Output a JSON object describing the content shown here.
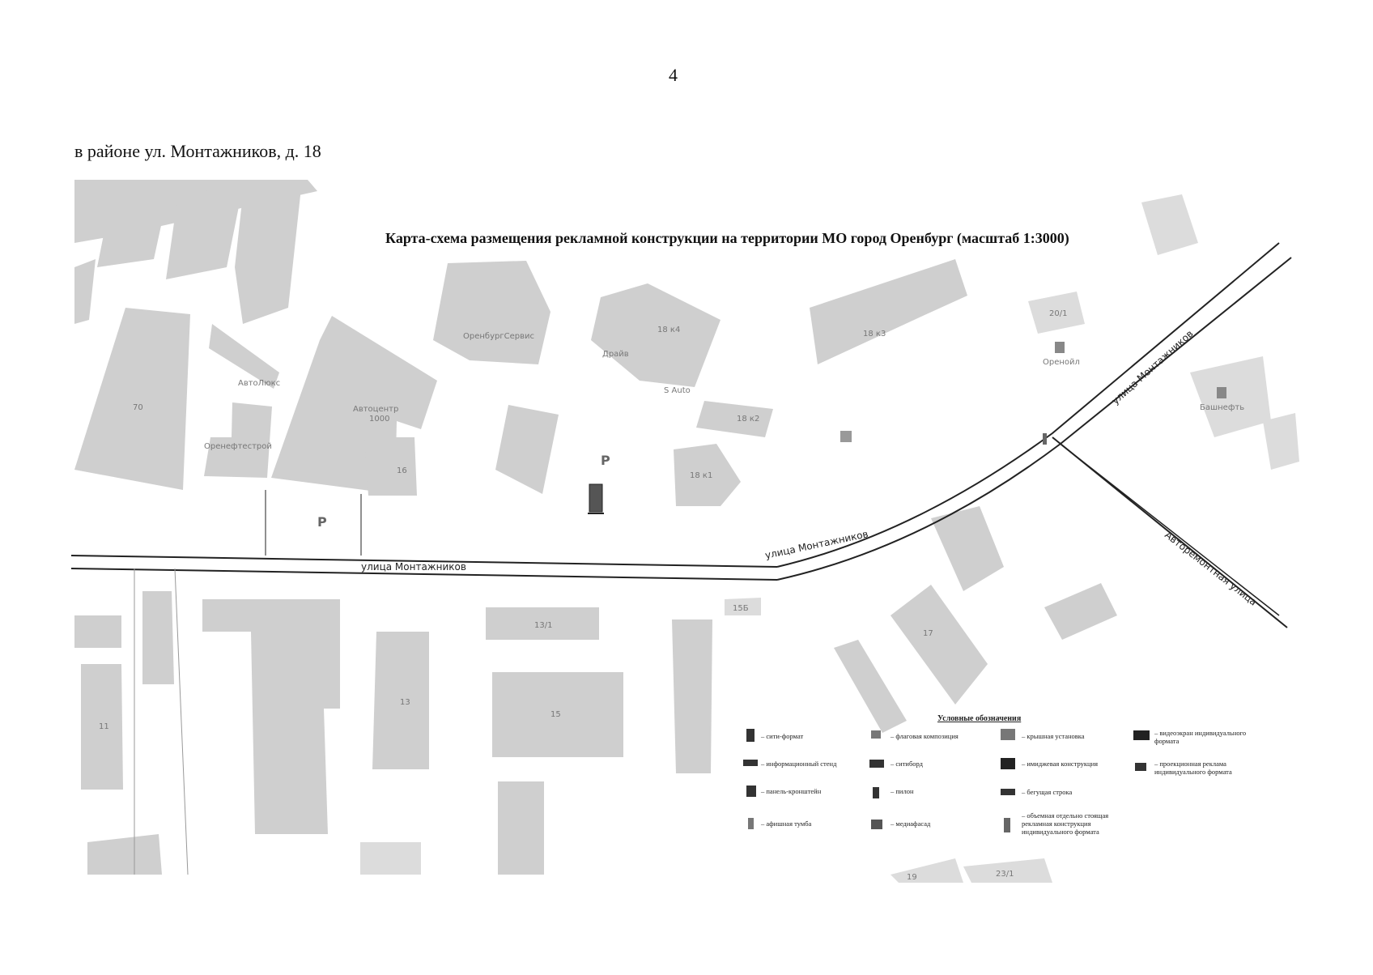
{
  "page": {
    "number": "4",
    "caption": "в районе ул. Монтажников, д. 18"
  },
  "map": {
    "title": "Карта-схема размещения рекламной конструкции на территории МО город Оренбург (масштаб 1:3000)",
    "colors": {
      "building": "#cfcfcf",
      "road": "#222222",
      "background": "#ffffff"
    },
    "streets": {
      "montazhnikov_left": "улица Монтажников",
      "montazhnikov_mid": "улица Монтажников",
      "montazhnikov_diag": "улица Монтажников",
      "avtoremontnaya": "Авторемонтная улица"
    },
    "buildings": {
      "b70": "70",
      "b18k4": "18 к4",
      "b18k3": "18 к3",
      "b18k2": "18 к2",
      "b18k1": "18 к1",
      "b16": "16",
      "b20_1": "20/1",
      "b15": "15",
      "b15b": "15Б",
      "b13_1": "13/1",
      "b17": "17",
      "b13": "13",
      "b11": "11",
      "b19": "19",
      "b23_1": "23/1",
      "b1000": "1000"
    },
    "pois": {
      "orenburgservis": "ОренбургСервис",
      "avtolyuks": "АвтоЛюкс",
      "avtoizhevsk": "Автоцентр",
      "orenneftstroy": "Оренефтестрой",
      "orenoil": "Оренойл",
      "bashneft": "Башнефть",
      "drive": "Драйв",
      "sauto": "S Auto"
    },
    "parking_label": "P"
  },
  "legend": {
    "title": "Условные обозначения",
    "items": [
      {
        "label": "– сити-формат",
        "icon": "city-format-icon"
      },
      {
        "label": "– информационный стенд",
        "icon": "info-stand-icon"
      },
      {
        "label": "– панель-кронштейн",
        "icon": "panel-bracket-icon"
      },
      {
        "label": "– афишная тумба",
        "icon": "poster-column-icon"
      },
      {
        "label": "– флаговая композиция",
        "icon": "flag-composition-icon"
      },
      {
        "label": "– ситиборд",
        "icon": "cityboard-icon"
      },
      {
        "label": "– пилон",
        "icon": "pylon-icon"
      },
      {
        "label": "– медиафасад",
        "icon": "media-facade-icon"
      },
      {
        "label": "– крышная установка",
        "icon": "roof-installation-icon"
      },
      {
        "label": "– имиджевая конструкция",
        "icon": "image-construction-icon"
      },
      {
        "label": "– бегущая строка",
        "icon": "running-line-icon"
      },
      {
        "label": "– объемная отдельно стоящая рекламная конструкция индивидуального формата",
        "icon": "volumetric-construction-icon"
      },
      {
        "label": "– видеоэкран индивидуального формата",
        "icon": "video-screen-icon"
      },
      {
        "label": "– проекционная реклама индивидуального формата",
        "icon": "projection-ad-icon"
      }
    ]
  }
}
